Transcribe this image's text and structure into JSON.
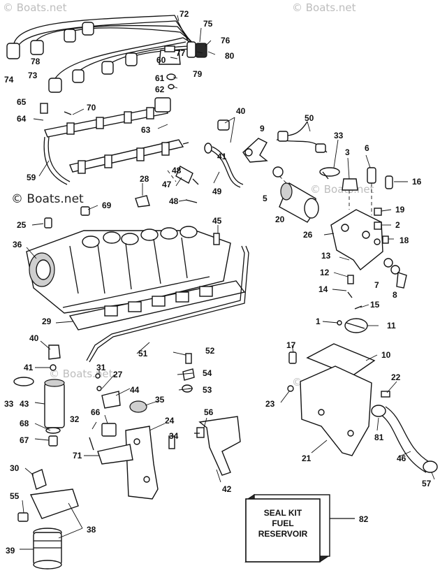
{
  "watermark": "© Boats.net",
  "callouts": [
    "72",
    "75",
    "76",
    "60",
    "77",
    "80",
    "78",
    "74",
    "73",
    "79",
    "61",
    "62",
    "65",
    "70",
    "64",
    "63",
    "40",
    "9",
    "50",
    "33",
    "3",
    "6",
    "59",
    "41",
    "48",
    "47",
    "28",
    "49",
    "5",
    "16",
    "48",
    "20",
    "19",
    "69",
    "45",
    "2",
    "26",
    "25",
    "18",
    "36",
    "13",
    "12",
    "7",
    "8",
    "14",
    "15",
    "1",
    "11",
    "29",
    "51",
    "40",
    "52",
    "17",
    "10",
    "41",
    "31",
    "54",
    "22",
    "27",
    "33",
    "43",
    "44",
    "53",
    "23",
    "35",
    "66",
    "56",
    "32",
    "24",
    "68",
    "34",
    "81",
    "67",
    "71",
    "21",
    "46",
    "30",
    "42",
    "57",
    "55",
    "38",
    "39",
    "82"
  ],
  "seal_kit": {
    "line1": "SEAL KIT",
    "line2": "FUEL",
    "line3": "RESERVOIR",
    "number": "82"
  }
}
